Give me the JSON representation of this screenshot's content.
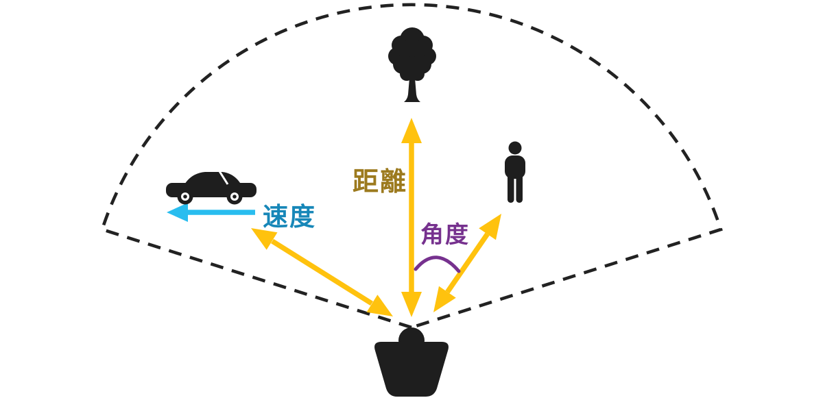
{
  "diagram": {
    "description": "Sensor field-of-view diagram showing detection of car, tree and person",
    "labels": {
      "distance": "距離",
      "angle": "角度",
      "speed": "速度"
    },
    "colors": {
      "measure_arrow": "#FFC20E",
      "speed_arrow": "#29BDEF",
      "fov_outline": "#222222",
      "icon": "#1E1E1E",
      "angle_arc": "#76318E",
      "distance_label": "#9C7A1E",
      "speed_label": "#1787B8",
      "angle_label": "#76318E",
      "background": "#FFFFFF"
    },
    "icons": {
      "tree": "tree-icon",
      "car": "car-icon",
      "person": "person-icon",
      "sensor": "sensor-icon"
    }
  }
}
